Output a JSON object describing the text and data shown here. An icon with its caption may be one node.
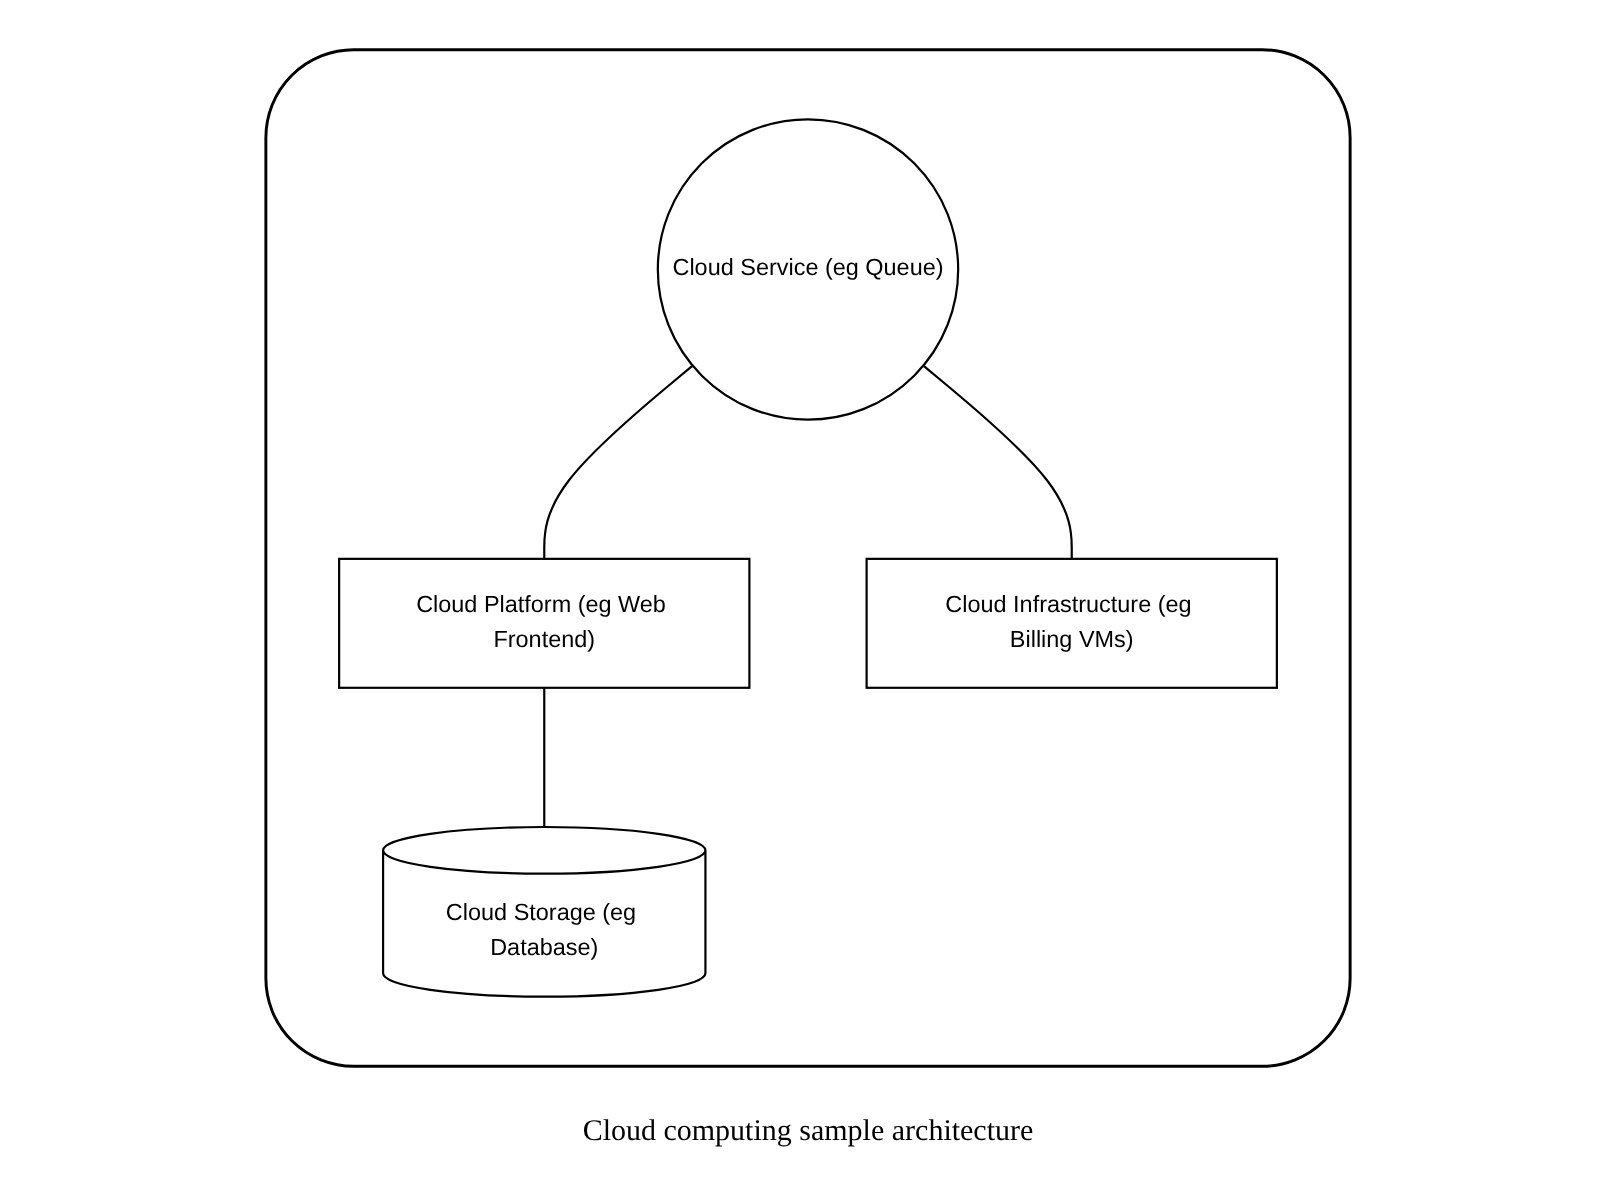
{
  "diagram": {
    "caption": "Cloud computing sample architecture",
    "nodes": [
      {
        "text": [],
        "shape": "cloud"
      },
      {
        "text": [
          "Cloud Service (eg Queue)"
        ],
        "in": 0
      },
      {
        "text": [
          "Cloud Platform (eg Web Frontend)"
        ],
        "in": 0
      },
      {
        "text": [
          "Cloud Infrastructure (eg Billing VMs)"
        ],
        "in": 0
      },
      {
        "text": [
          "Cloud Storage (eg Database)"
        ],
        "in": 0
      }
    ],
    "edges": [
      {
        "from": 1,
        "to": 2,
        "arrow": "none"
      },
      {
        "from": 1,
        "to": 3,
        "arrow": "none"
      },
      {
        "from": 2,
        "to": 4,
        "arrow": "none"
      }
    ]
  }
}
